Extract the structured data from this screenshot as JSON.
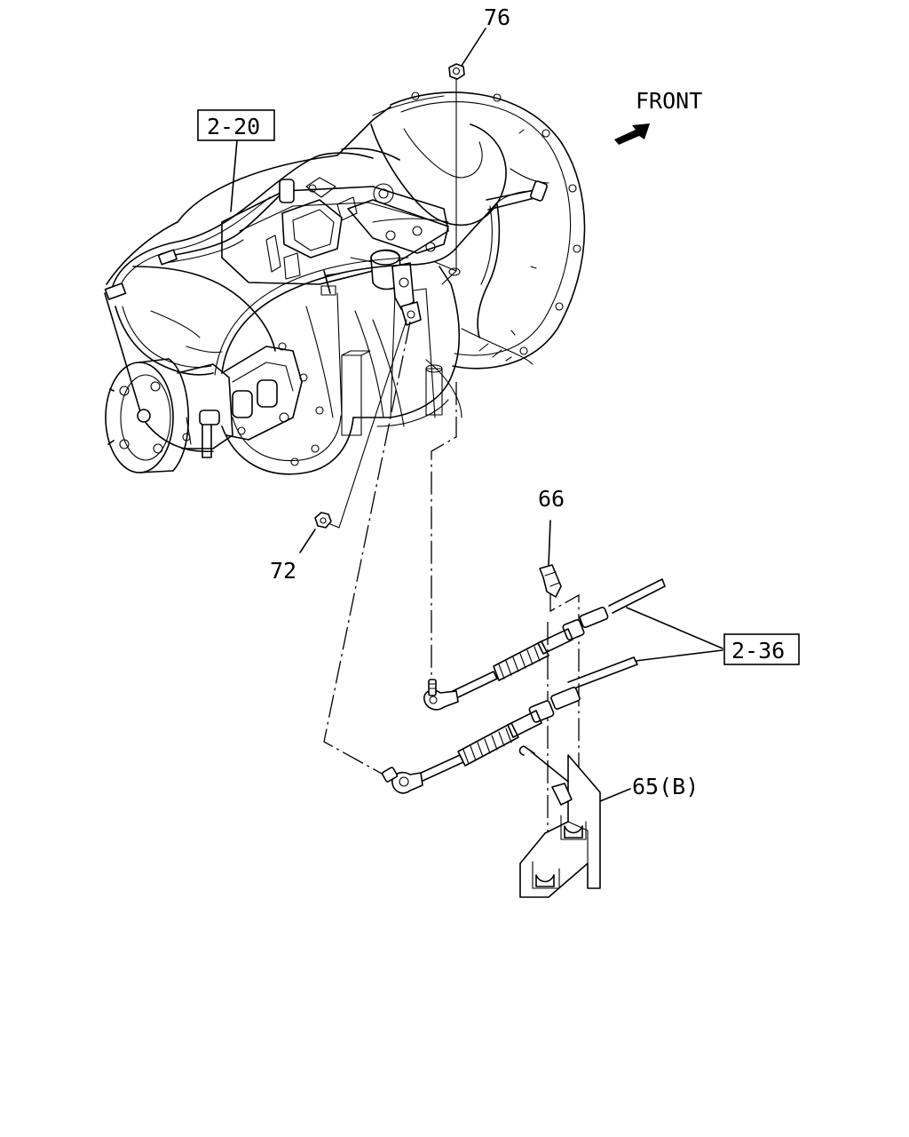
{
  "callouts": {
    "ref_2_20": "2-20",
    "ref_2_36": "2-36",
    "part_76": "76",
    "part_72": "72",
    "part_66": "66",
    "part_65b": "65(B)"
  },
  "direction": {
    "label": "FRONT",
    "icon": "arrow-icon"
  }
}
